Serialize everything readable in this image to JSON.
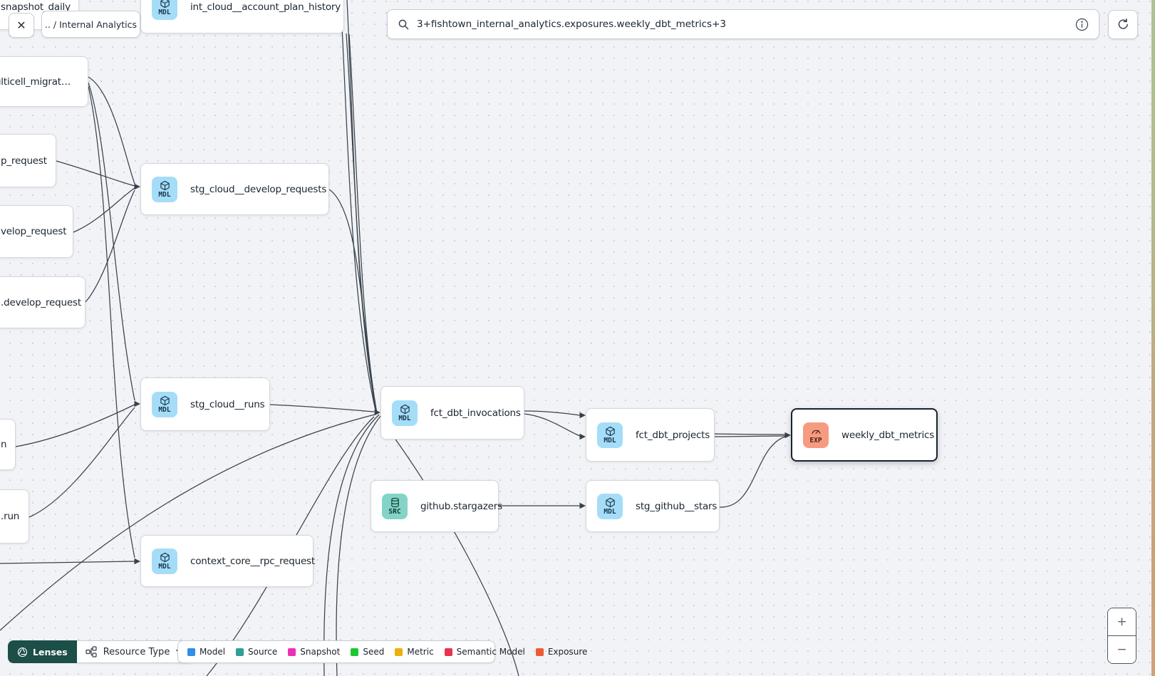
{
  "toolbar": {
    "close_icon": "✕",
    "breadcrumb": ".. / Internal Analytics",
    "search": {
      "value": "3+fishtown_internal_analytics.exposures.weekly_dbt_metrics+3"
    }
  },
  "nodes": [
    {
      "label": "snapshot_daily",
      "type": "model"
    },
    {
      "label": "int_cloud__account_plan_history",
      "type": "model",
      "badge": "MDL"
    },
    {
      "label": "multicell_migrat…",
      "type": "model"
    },
    {
      "label": "p_request",
      "type": "model"
    },
    {
      "label": "velop_request",
      "type": "model"
    },
    {
      "label": ".develop_request",
      "type": "model"
    },
    {
      "label": "stg_cloud__develop_requests",
      "type": "model",
      "badge": "MDL"
    },
    {
      "label": "n",
      "type": "model"
    },
    {
      "label": "stg_cloud__runs",
      "type": "model",
      "badge": "MDL"
    },
    {
      "label": ".run",
      "type": "model"
    },
    {
      "label": "fct_dbt_invocations",
      "type": "model",
      "badge": "MDL"
    },
    {
      "label": "context_core__rpc_request",
      "type": "model",
      "badge": "MDL"
    },
    {
      "label": "github.stargazers",
      "type": "source",
      "badge": "SRC"
    },
    {
      "label": "fct_dbt_projects",
      "type": "model",
      "badge": "MDL"
    },
    {
      "label": "stg_github__stars",
      "type": "model",
      "badge": "MDL"
    },
    {
      "label": "weekly_dbt_metrics",
      "type": "exposure",
      "badge": "EXP",
      "selected": true
    }
  ],
  "footer": {
    "lenses_label": "Lenses",
    "resource_type_label": "Resource Type",
    "legend": {
      "items": [
        {
          "label": "Model",
          "color": "#2E8FE5"
        },
        {
          "label": "Source",
          "color": "#2E9E97"
        },
        {
          "label": "Snapshot",
          "color": "#EE2FB4"
        },
        {
          "label": "Seed",
          "color": "#1BC732"
        },
        {
          "label": "Metric",
          "color": "#E9B10E"
        },
        {
          "label": "Semantic Model",
          "color": "#E8334E"
        },
        {
          "label": "Exposure",
          "color": "#EF5A35"
        }
      ]
    }
  },
  "zoom_controls": {
    "zoom_in": "+",
    "zoom_out": "−"
  },
  "badge_colors": {
    "model": "#A5DDF8",
    "source": "#84D3C8",
    "exposure": "#F79B80"
  }
}
